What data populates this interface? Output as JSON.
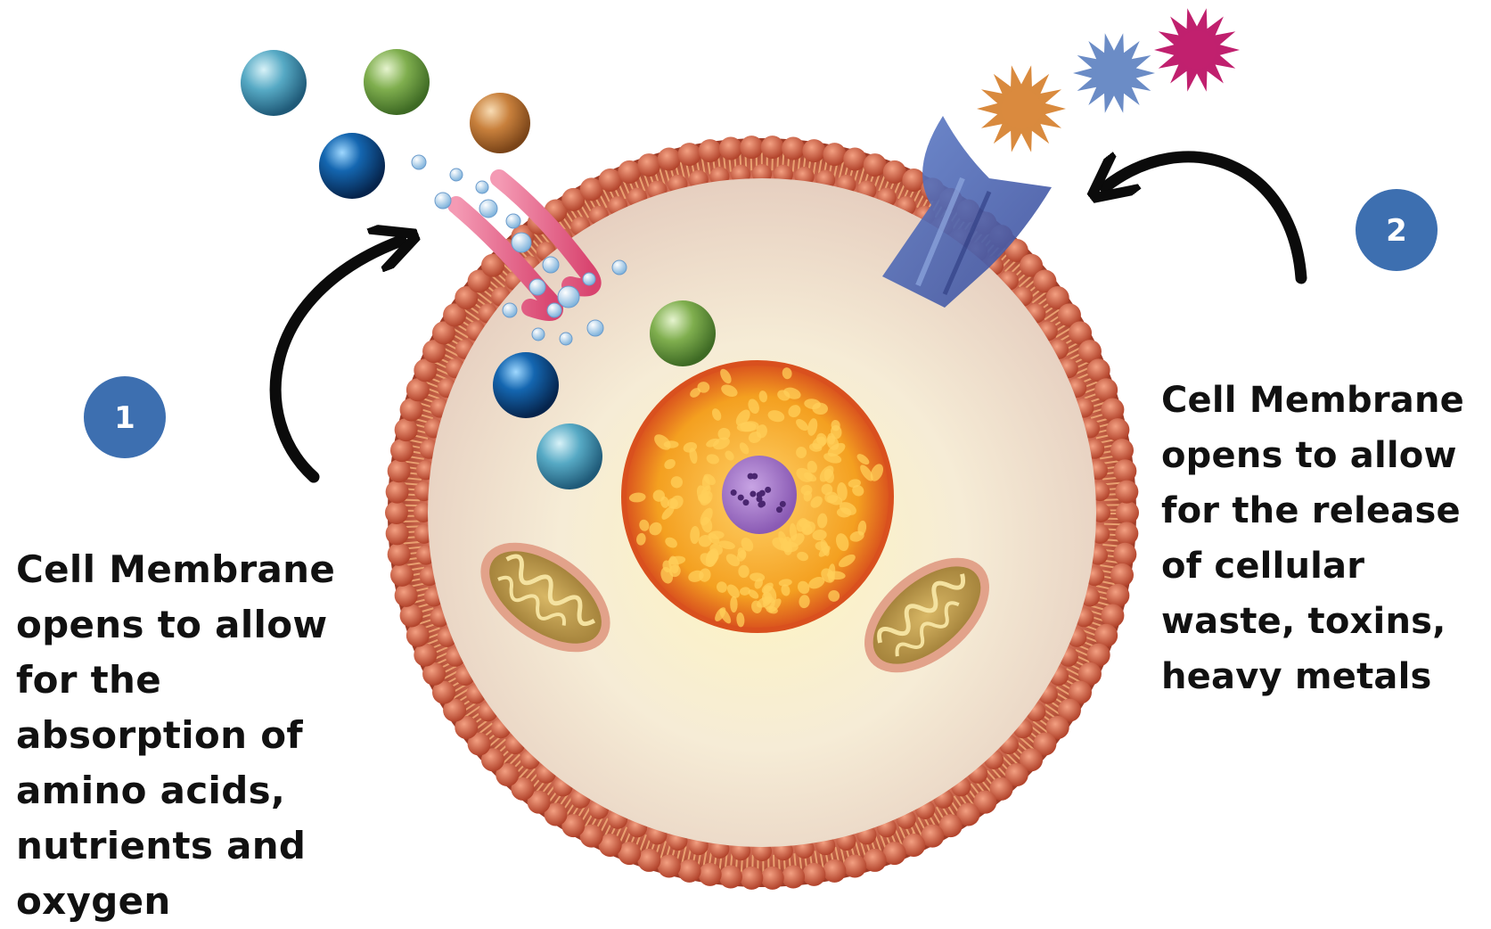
{
  "steps": [
    {
      "number": "1",
      "caption": "Cell Membrane\nopens to allow\nfor the\nabsorption of\namino acids,\nnutrients and\noxygen"
    },
    {
      "number": "2",
      "caption": "Cell Membrane\nopens to allow\nfor the release\nof cellular\nwaste, toxins,\nheavy metals"
    }
  ],
  "colors": {
    "badge": "#3d6fb0",
    "membrane": "#c9553a",
    "nucleus": "#f4a020",
    "nucleolus": "#9b6bc0",
    "arrow": "#0b0b0b"
  }
}
